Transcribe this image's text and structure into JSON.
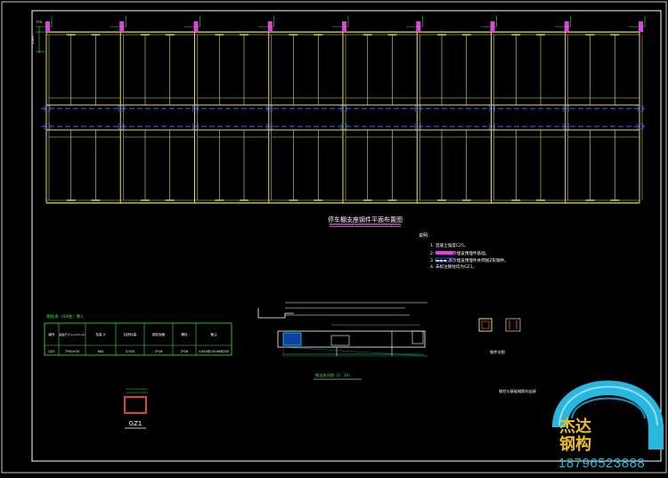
{
  "plan": {
    "title": "停车棚支座钢件平面布置图",
    "dim_top_left": "770",
    "dim_side": "1500"
  },
  "notes": {
    "heading": "说明：",
    "items": [
      "1. 混凝土强度C25。",
      "2. ▬▬▬ 表示埋设预埋件基础。",
      "3. ▬▬▬ 表示埋设预埋件并焊接Z形钢件。",
      "4. 未标注钢柱均为GZ1。"
    ]
  },
  "table": {
    "title": "钢柱表（XX柱）数1",
    "headers": [
      "编号",
      "截面尺寸 b×h×t₁×t₂",
      "柱高 H",
      "柱底标高",
      "钢柱规格",
      "螺栓",
      "备注"
    ],
    "row": [
      "GZ1",
      "7*50×50",
      "600",
      "3.500",
      "2*16",
      "2*16",
      "4-Φ20@100-Φ8@200"
    ]
  },
  "column_label": "GZ1",
  "section_caption": "钢支座详图（1：10）",
  "detail_caption": "钢件详图",
  "corner_caption": "钢柱与基础钢筋的连接",
  "brand": {
    "line1": "杰达",
    "line2": "钢构",
    "phone": "18796523888"
  },
  "colors": {
    "background": "#000000",
    "frame": "#ffffff",
    "beams": "#e0e060",
    "axis": "#3050e0",
    "dims": "#40e040",
    "anchors": "#e040e0",
    "detail": "#00e0e0",
    "brand_blue": "#27b8e0"
  }
}
